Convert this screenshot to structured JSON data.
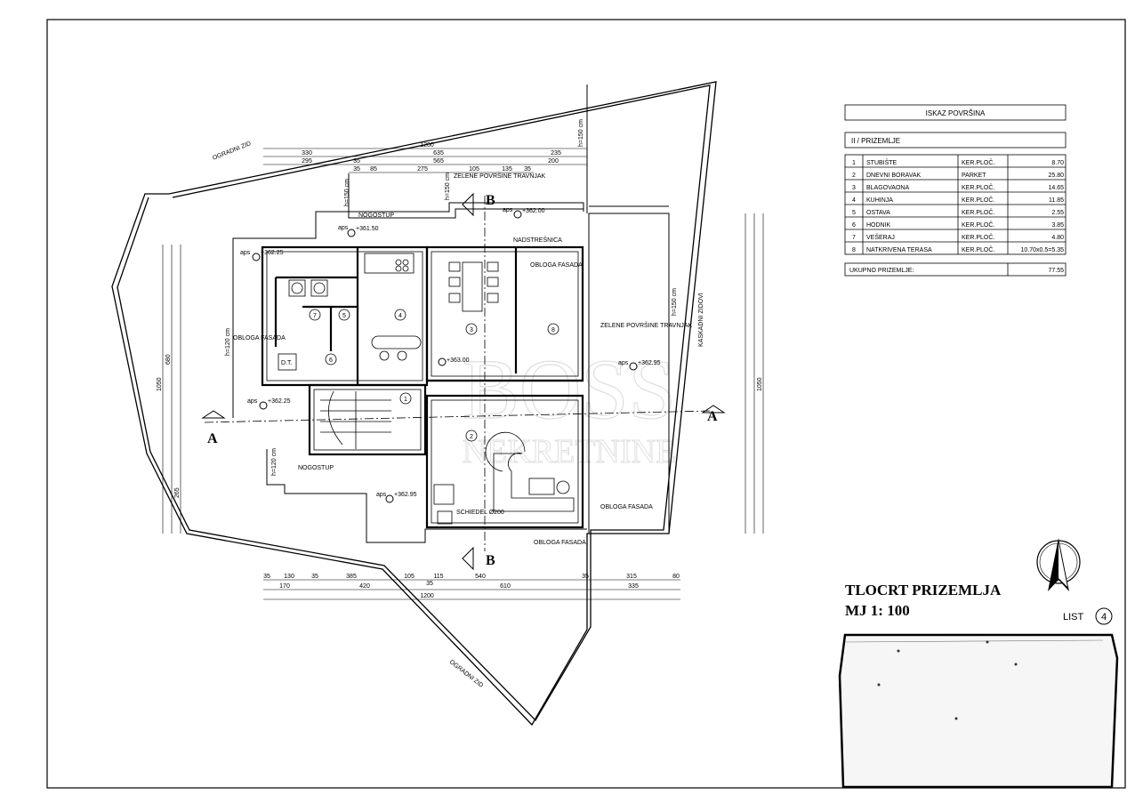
{
  "area_table": {
    "title": "ISKAZ POVRŠINA",
    "subtitle": "II / PRIZEMLJE",
    "rows": [
      {
        "no": "1",
        "room": "STUBIŠTE",
        "floor": "KER.PLOČ.",
        "area": "8.70"
      },
      {
        "no": "2",
        "room": "DNEVNI BORAVAK",
        "floor": "PARKET",
        "area": "25.80"
      },
      {
        "no": "3",
        "room": "BLAGOVAONA",
        "floor": "KER.PLOČ.",
        "area": "14.65"
      },
      {
        "no": "4",
        "room": "KUHINJA",
        "floor": "KER.PLOČ.",
        "area": "11.85"
      },
      {
        "no": "5",
        "room": "OSTAVA",
        "floor": "KER.PLOČ.",
        "area": "2.55"
      },
      {
        "no": "6",
        "room": "HODNIK",
        "floor": "KER.PLOČ.",
        "area": "3.85"
      },
      {
        "no": "7",
        "room": "VEŠERAJ",
        "floor": "KER.PLOČ.",
        "area": "4.80"
      },
      {
        "no": "8",
        "room": "NATKRIVENA TERASA",
        "floor": "KER.PLOČ.",
        "area": "10.70x0.5=5.35"
      }
    ],
    "total_label": "UKUPNO PRIZEMLJE:",
    "total_value": "77.55"
  },
  "title_block": {
    "title": "TLOCRT PRIZEMLJA",
    "scale": "MJ 1: 100",
    "sheet_label": "LIST",
    "sheet_number": "4"
  },
  "watermark": {
    "line1": "BOSS",
    "line2": "NEKRETNINE"
  },
  "plan": {
    "section_a": "A",
    "section_b": "B",
    "fence_label": "OGRADNI ZID",
    "fence_label_bottom": "OGRADNI ZID",
    "cascade_wall": "KASKADNI ZIDOVI",
    "green_top": "ZELENE POVRŠINE TRAVNJAK",
    "green_right": "ZELENE POVRŠINE TRAVNJAK",
    "step_top": "NOGOSTUP",
    "step_bottom": "NOGOSTUP",
    "canopy": "NADSTREŠNICA",
    "facade_left": "OBLOGA FASADA",
    "facade_right": "OBLOGA FASADA",
    "facade_bottom": "OBLOGA FASADA",
    "facade_bottom_right": "OBLOGA FASADA",
    "chimney": "SCHIEDEL Ø200",
    "dt": "D.T.",
    "h150_top": "h=150 cm",
    "h150_mid": "h=150 cm",
    "h150_right": "h=150 cm",
    "h150_far": "h=150 cm",
    "h120_left": "h=120 cm",
    "h120_bottom": "h=120 cm",
    "elev_1": "+361.50",
    "elev_2": "+362.00",
    "elev_3": "+362.25",
    "elev_4": "+362.25",
    "elev_5": "+363.00",
    "elev_6": "+362.95",
    "elev_7": "+362.95",
    "aps": "aps",
    "room_nums": [
      "1",
      "2",
      "3",
      "4",
      "5",
      "6",
      "7",
      "8"
    ],
    "dims_top_row1": [
      "1200"
    ],
    "dims_top_row2": [
      "330",
      "635",
      "235"
    ],
    "dims_top_row3": [
      "295",
      "35",
      "565",
      "200"
    ],
    "dims_top_row4": [
      "35",
      "85",
      "275",
      "105",
      "135",
      "35"
    ],
    "dims_bottom_row1": [
      "35",
      "130",
      "35",
      "385",
      "105",
      "115",
      "35",
      "540",
      "35",
      "315",
      "80"
    ],
    "dims_bottom_row2": [
      "170",
      "420",
      "610",
      "335"
    ],
    "dims_bottom_row3": [
      "1200"
    ],
    "dims_left_outer": "1050",
    "dims_left_mid": [
      "680",
      "265"
    ],
    "dims_right_outer": "1050"
  }
}
